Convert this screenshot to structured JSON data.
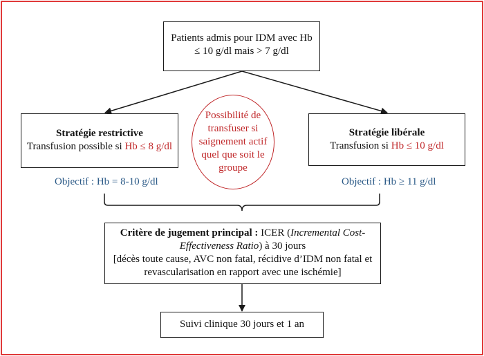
{
  "colors": {
    "frame": "#e03a3a",
    "highlight": "#c0282a",
    "objective": "#2b5a87",
    "line": "#1a1a1a"
  },
  "top_box": {
    "line1": "Patients admis pour IDM avec Hb",
    "line2": "≤ 10 g/dl mais > 7 g/dl"
  },
  "restrictive": {
    "title": "Stratégie restrictive",
    "text": "Transfusion possible si ",
    "threshold": "Hb ≤ 8 g/dl"
  },
  "liberal": {
    "title": "Stratégie libérale",
    "text": "Transfusion si ",
    "threshold": "Hb ≤ 10 g/dl"
  },
  "circle": {
    "text": "Possibilité de transfuser si saignement actif quel que soit le groupe"
  },
  "objective_left": "Objectif : Hb = 8-10 g/dl",
  "objective_right": "Objectif : Hb ≥ 11 g/dl",
  "criterion": {
    "label": "Critère de jugement principal :",
    "icer": " ICER (",
    "icer_full": "Incremental Cost-Effectiveness Ratio",
    "after": ") à 30 jours",
    "detail": "[décès toute cause, AVC non fatal, récidive d’IDM non fatal et revascularisation en rapport avec une ischémie]"
  },
  "followup": "Suivi clinique 30 jours et 1 an"
}
